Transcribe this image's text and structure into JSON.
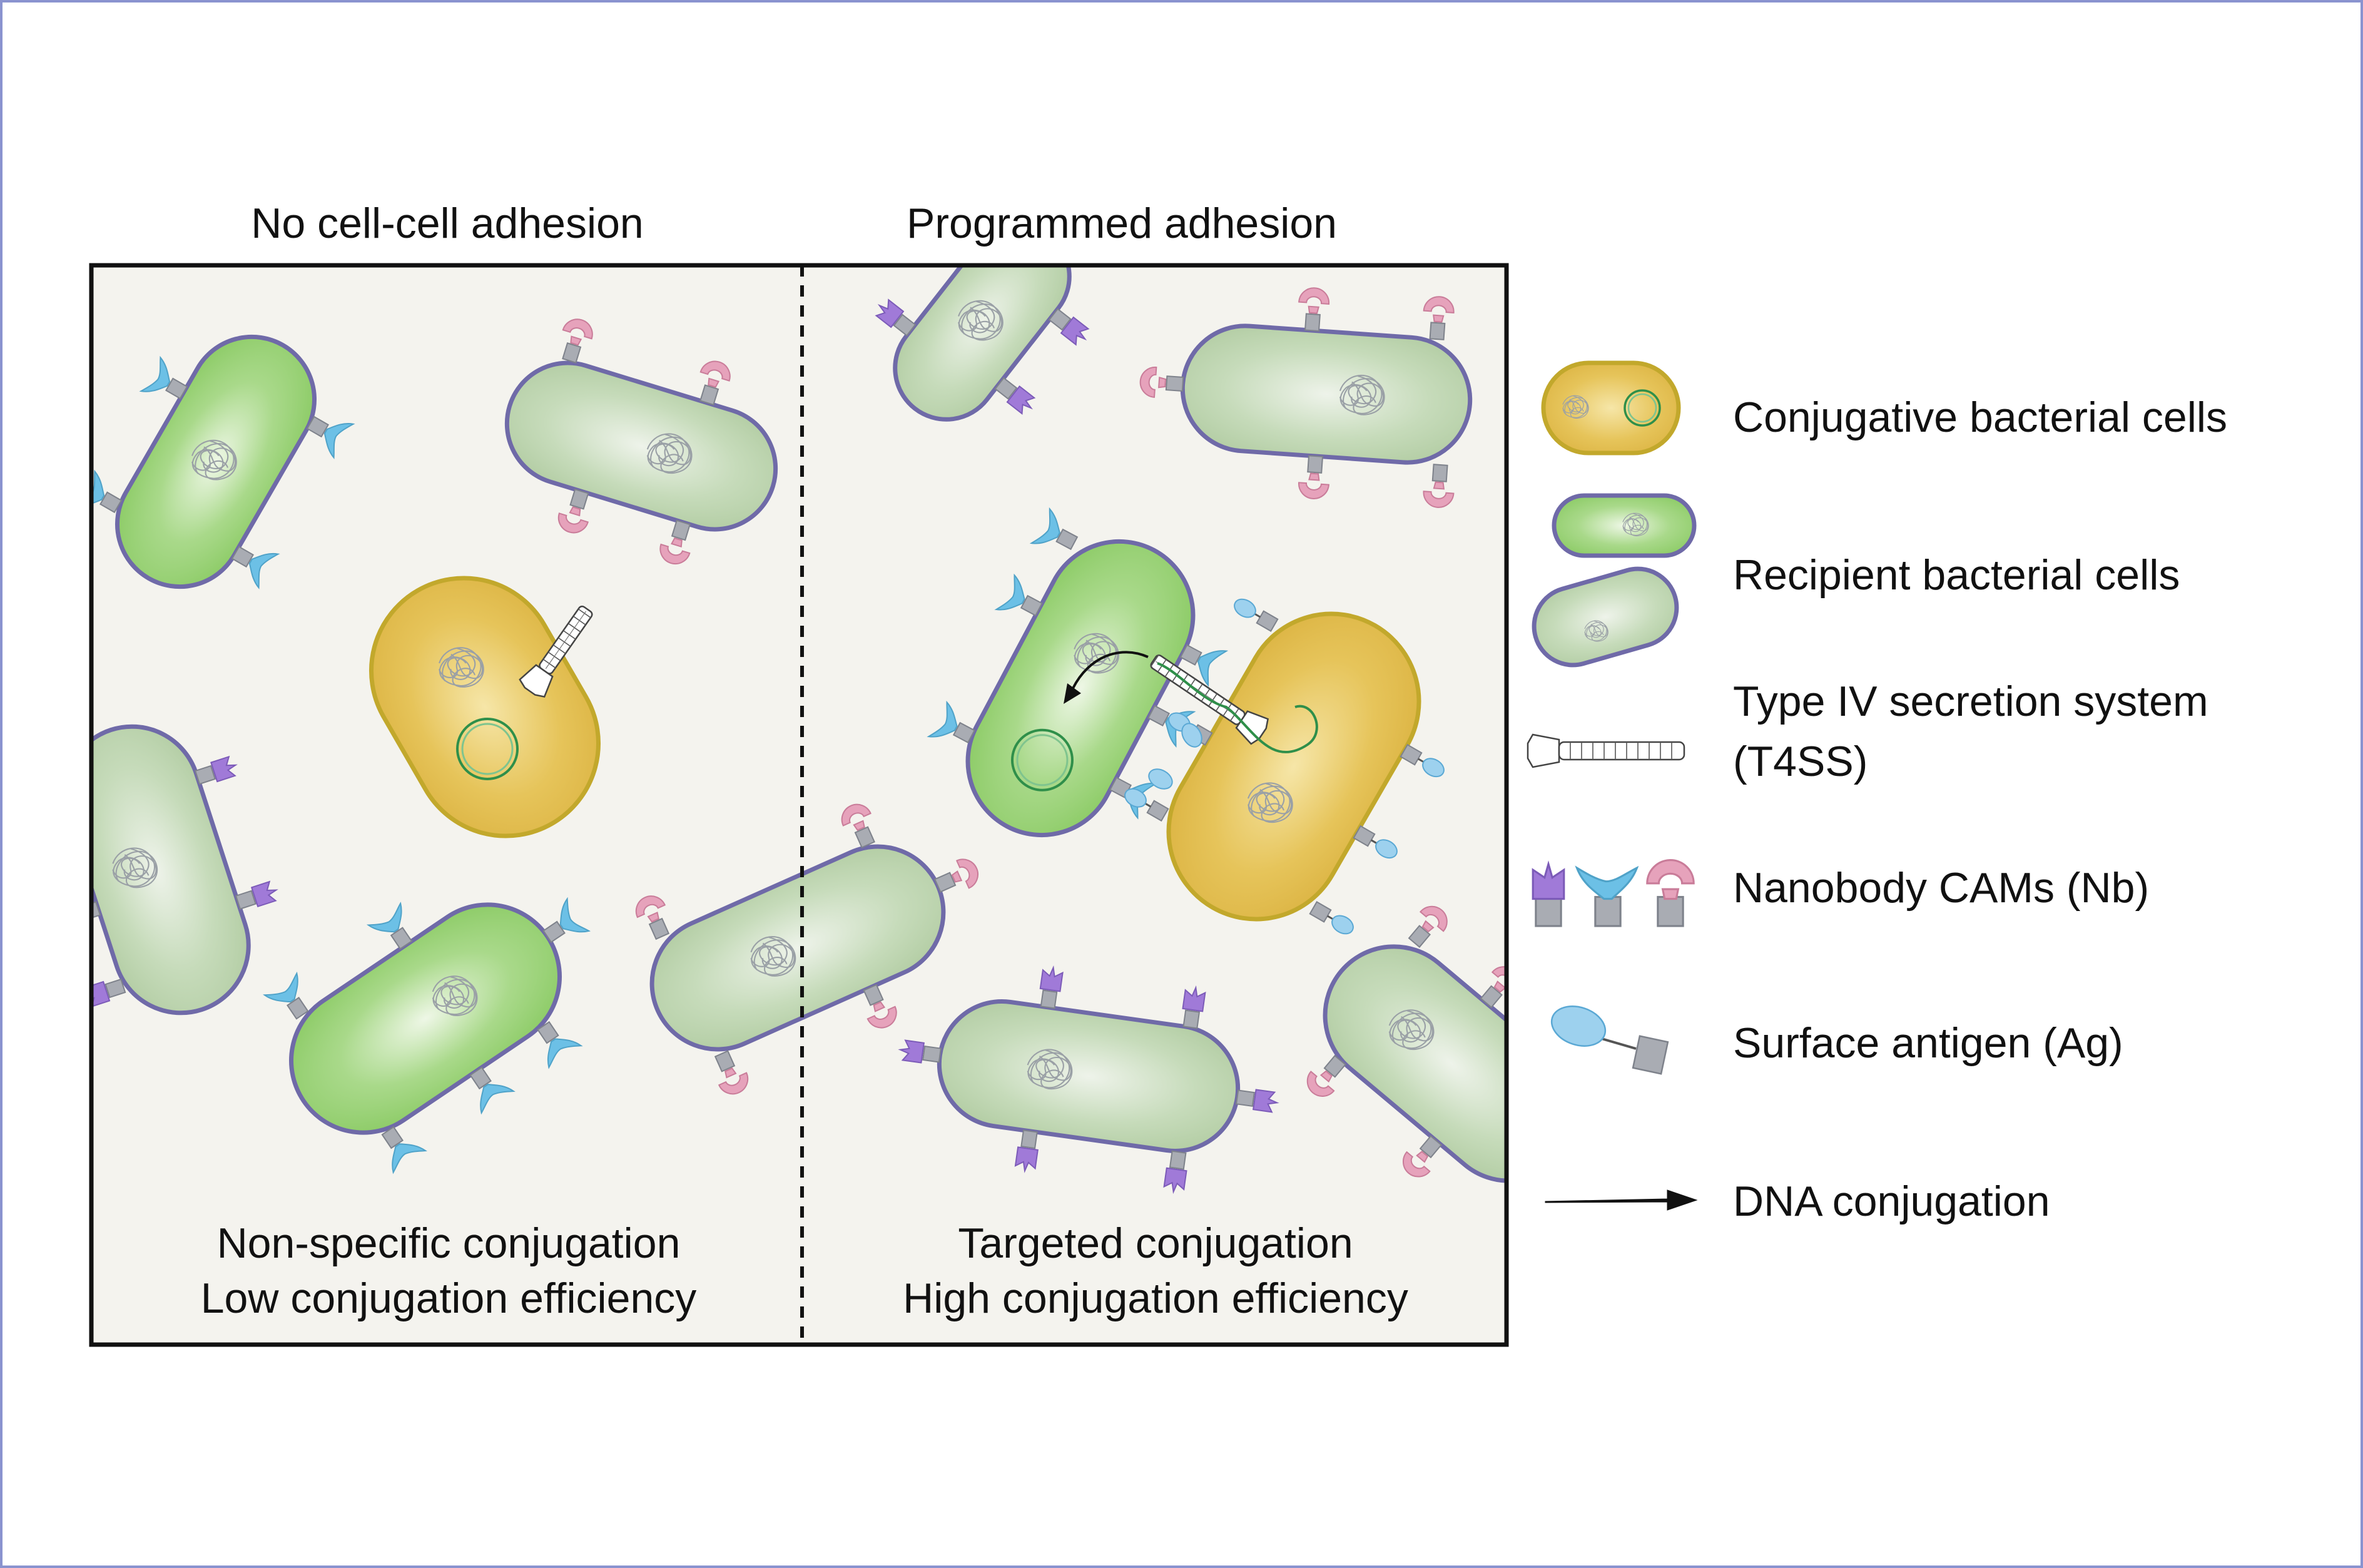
{
  "panels": {
    "left": {
      "title": "No cell-cell adhesion",
      "caption_line1": "Non-specific conjugation",
      "caption_line2": "Low conjugation efficiency"
    },
    "right": {
      "title": "Programmed adhesion",
      "caption_line1": "Targeted conjugation",
      "caption_line2": "High conjugation efficiency"
    }
  },
  "legend": {
    "items": [
      {
        "id": "conjugative",
        "label": "Conjugative bacterial cells"
      },
      {
        "id": "recipient",
        "label": "Recipient bacterial cells"
      },
      {
        "id": "t4ss",
        "label": "Type IV secretion system",
        "label2": "(T4SS)"
      },
      {
        "id": "nanobody",
        "label": "Nanobody CAMs (Nb)"
      },
      {
        "id": "antigen",
        "label": "Surface antigen (Ag)"
      },
      {
        "id": "arrow",
        "label": "DNA conjugation"
      }
    ]
  },
  "colors": {
    "conjugative_fill": "#e2bf52",
    "conjugative_stroke": "#c2a82c",
    "recipient_bright_fill": "#9fd27a",
    "recipient_pale_fill": "#c2d6b6",
    "cell_stroke": "#6f6aa8",
    "panel_background": "#f4f3ee",
    "nanobody_purple": "#a07ad8",
    "nanobody_blue": "#6cc0e6",
    "nanobody_pink": "#e6a2bb",
    "antigen_blue": "#9dd1ee",
    "plasmid_green": "#2f8f4a",
    "anchor_gray": "#a9acb3"
  }
}
